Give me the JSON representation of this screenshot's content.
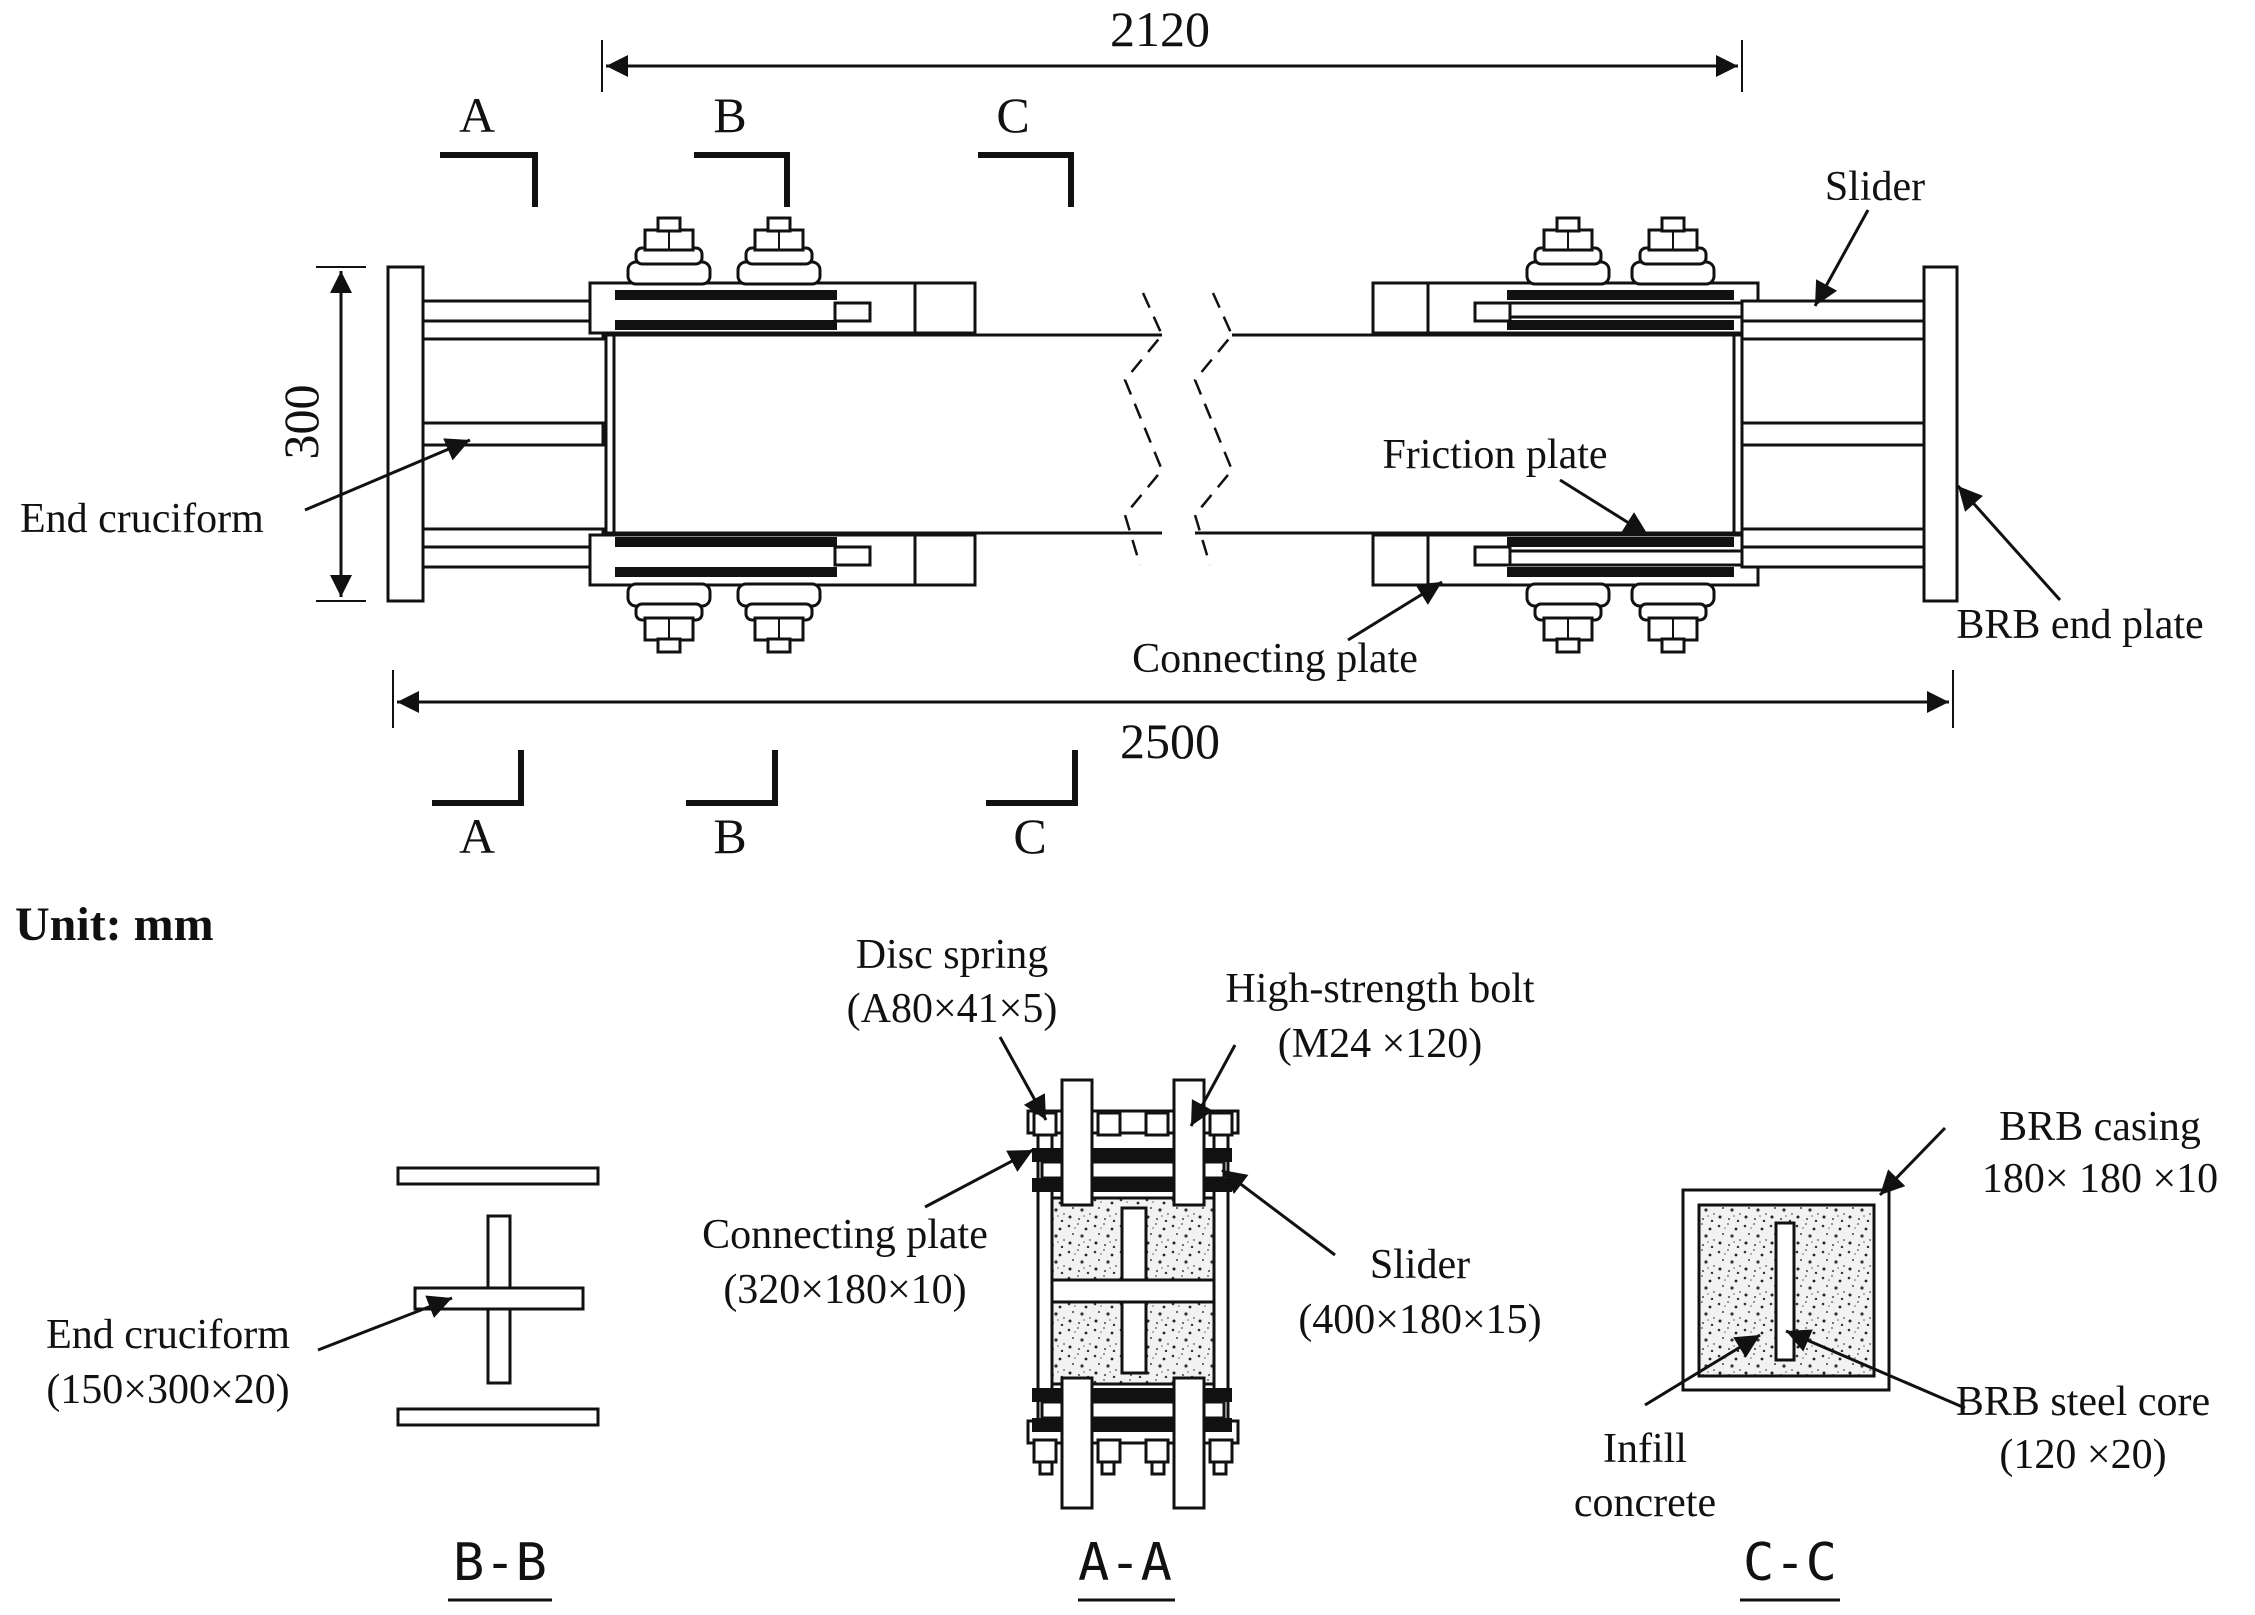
{
  "unit": "Unit: mm",
  "dimensions": {
    "top_length": "2120",
    "bottom_length": "2500",
    "height": "300"
  },
  "section_markers": {
    "a": "A",
    "b": "B",
    "c": "C"
  },
  "elevation_labels": {
    "slider": "Slider",
    "end_cruciform": "End cruciform",
    "friction_plate": "Friction plate",
    "brb_end_plate": "BRB end plate",
    "connecting_plate": "Connecting plate"
  },
  "section_bb": {
    "title": "B-B",
    "label": "End cruciform",
    "label_dims": "(150×300×20)"
  },
  "section_aa": {
    "title": "A-A",
    "disc_spring": "Disc spring",
    "disc_spring_dims": "(A80×41×5)",
    "bolt": "High-strength bolt",
    "bolt_dims": "(M24 ×120)",
    "connecting_plate": "Connecting plate",
    "connecting_plate_dims": "(320×180×10)",
    "slider": "Slider",
    "slider_dims": "(400×180×15)"
  },
  "section_cc": {
    "title": "C-C",
    "casing": "BRB casing",
    "casing_dims": "180× 180 ×10",
    "core": "BRB steel core",
    "core_dims": "(120 ×20)",
    "infill_line1": "Infill",
    "infill_line2": "concrete"
  },
  "colors": {
    "ink": "#111111",
    "paper": "#ffffff"
  }
}
